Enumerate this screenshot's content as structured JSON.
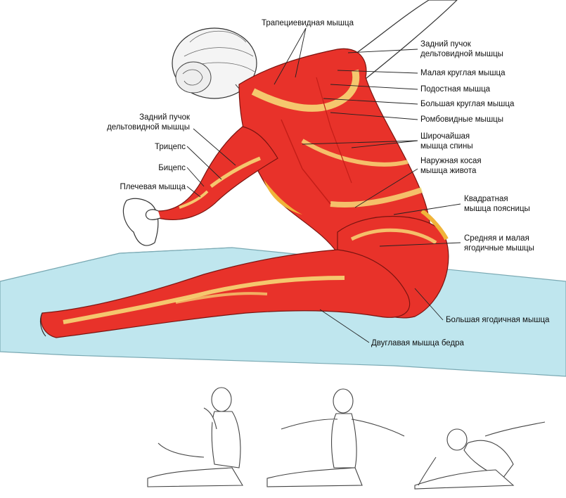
{
  "labels": {
    "trapezius": "Трапециевидная мышца",
    "rear_delt_right": [
      "Задний пучок",
      "дельтовидной мышцы"
    ],
    "teres_minor": "Малая круглая мышца",
    "infraspinatus": "Подостная мышца",
    "teres_major": "Большая круглая мышца",
    "rhomboids": "Ромбовидные мышцы",
    "latissimus": [
      "Широчайшая",
      "мышца спины"
    ],
    "external_oblique": [
      "Наружная косая",
      "мышца живота"
    ],
    "quadratus_lumborum": [
      "Квадратная",
      "мышца поясницы"
    ],
    "gluteus_medius_minimus": [
      "Средняя и малая",
      "ягодичные мышцы"
    ],
    "gluteus_maximus": "Большая ягодичная мышца",
    "biceps_femoris": "Двуглавая мышца бедра",
    "rear_delt_left": [
      "Задний пучок",
      "дельтовидной мышцы"
    ],
    "triceps": "Трицепс",
    "biceps": "Бицепс",
    "brachialis": "Плечевая мышца"
  },
  "colors": {
    "muscle": "#e8322a",
    "muscle_dark": "#c41e18",
    "tendon": "#f7e27a",
    "skin_line": "#333333",
    "mat": "#bfe6ee"
  }
}
